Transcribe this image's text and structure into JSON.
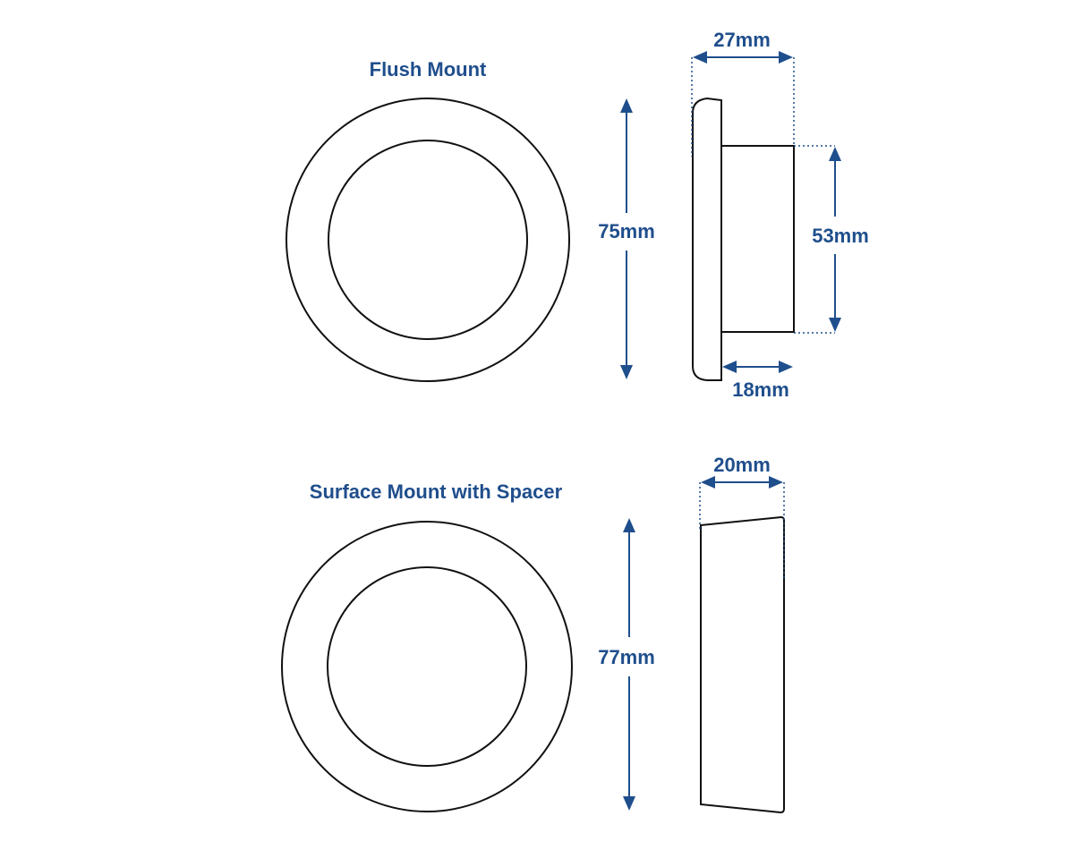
{
  "colors": {
    "accent": "#1f4e8c",
    "outline": "#111111",
    "background": "#ffffff"
  },
  "flush_mount": {
    "title": "Flush Mount",
    "outer_diameter": "75mm",
    "total_depth": "27mm",
    "inner_diameter": "53mm",
    "body_depth": "18mm"
  },
  "surface_mount": {
    "title": "Surface Mount with Spacer",
    "outer_diameter": "77mm",
    "depth": "20mm"
  }
}
